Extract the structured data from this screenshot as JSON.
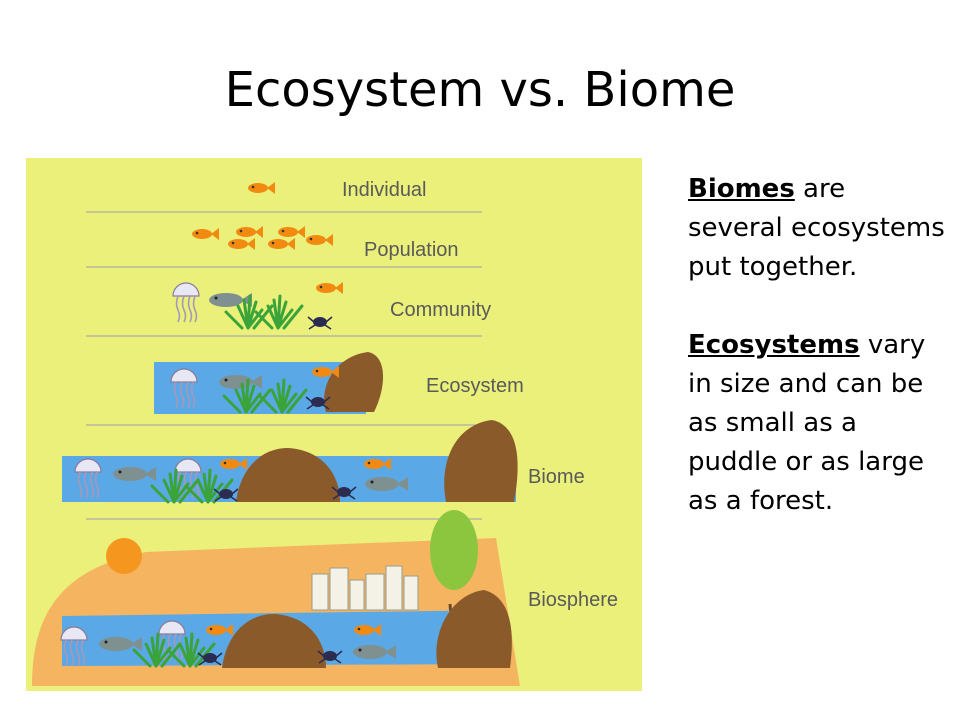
{
  "slide": {
    "title": "Ecosystem vs. Biome"
  },
  "diagram": {
    "levels": [
      {
        "label": "Individual"
      },
      {
        "label": "Population"
      },
      {
        "label": "Community"
      },
      {
        "label": "Ecosystem"
      },
      {
        "label": "Biome"
      },
      {
        "label": "Biosphere"
      }
    ],
    "colors": {
      "background": "#eaf07a",
      "water": "#5aa8e6",
      "rock": "#8b5a2b",
      "fish": "#f28a12",
      "grass": "#3aa43a",
      "earth": "#f5b560",
      "sun": "#f5961e"
    }
  },
  "text": {
    "p1_term": "Biomes",
    "p1_rest": " are several ecosystems put together.",
    "p2_term": "Ecosystems",
    "p2_rest": " vary in size and can be as small as a puddle or as large as a forest."
  }
}
